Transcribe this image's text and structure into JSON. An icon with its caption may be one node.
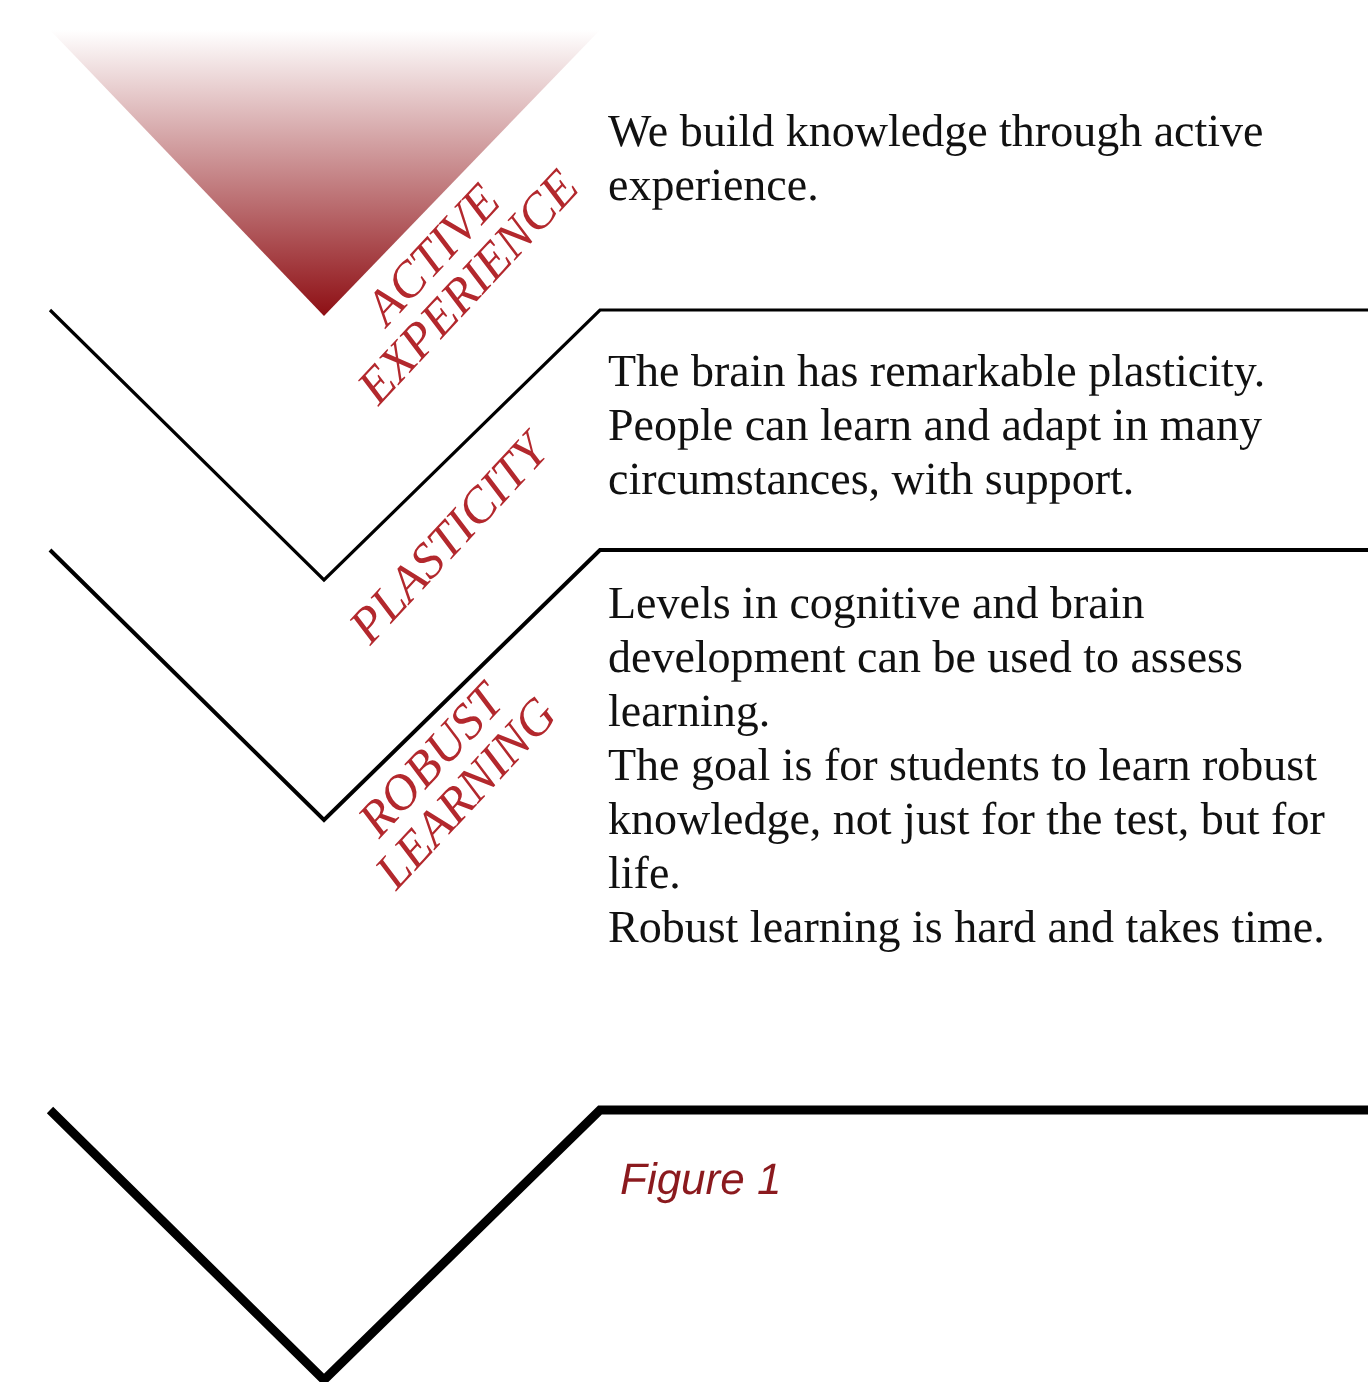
{
  "diagram": {
    "caption": "Figure 1",
    "nodes": [
      {
        "text": [
          "ACTIVE EXPERIENCE",
          "We build knowledge through active experience."
        ]
      },
      {
        "text": [
          "PLASTICITY",
          "The brain has remarkable plasticity. People can learn and adapt in many circumstances, with support."
        ]
      },
      {
        "text": [
          "ROBUST LEARNING",
          "Levels in cognitive and brain development can be used to assess learning.",
          "The goal is for students to learn robust knowledge, not just for the test, but for life.",
          "Robust learning is hard and takes time."
        ]
      },
      {
        "text": [],
        "shape": "chevron"
      }
    ]
  }
}
